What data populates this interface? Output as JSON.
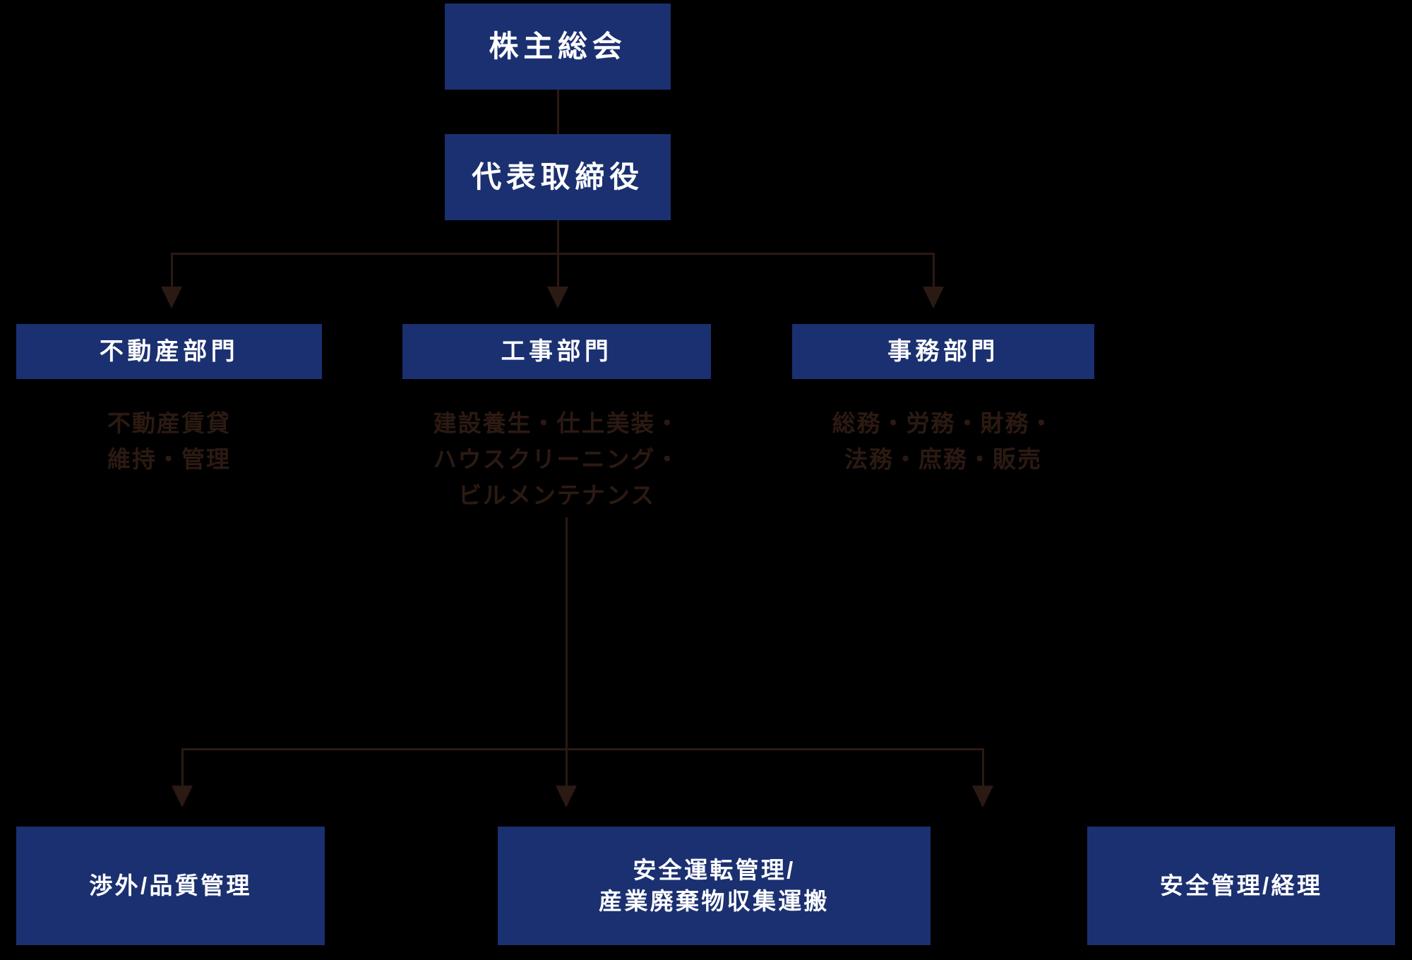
{
  "meta": {
    "title": "組織図",
    "background_color": "#000000",
    "box_color": "#1b3070",
    "box_text_color": "#ffffff",
    "line_color": "#2b1a13",
    "caption_text_color": "#2c1a12"
  },
  "nodes": {
    "shareholders_meeting": {
      "label": "株主総会"
    },
    "representative_director": {
      "label": "代表取締役"
    }
  },
  "departments": [
    {
      "label": "不動産部門",
      "caption": "不動産賃貸\n維持・管理"
    },
    {
      "label": "工事部門",
      "caption": "建設養生・仕上美装・\nハウスクリーニング・\nビルメンテナンス"
    },
    {
      "label": "事務部門",
      "caption": "総務・労務・財務・\n法務・庶務・販売"
    }
  ],
  "units": [
    {
      "line1": "渉外/品質管理",
      "line2": ""
    },
    {
      "line1": "安全運転管理/",
      "line2": "産業廃棄物収集運搬"
    },
    {
      "line1": "安全管理/経理",
      "line2": ""
    }
  ]
}
